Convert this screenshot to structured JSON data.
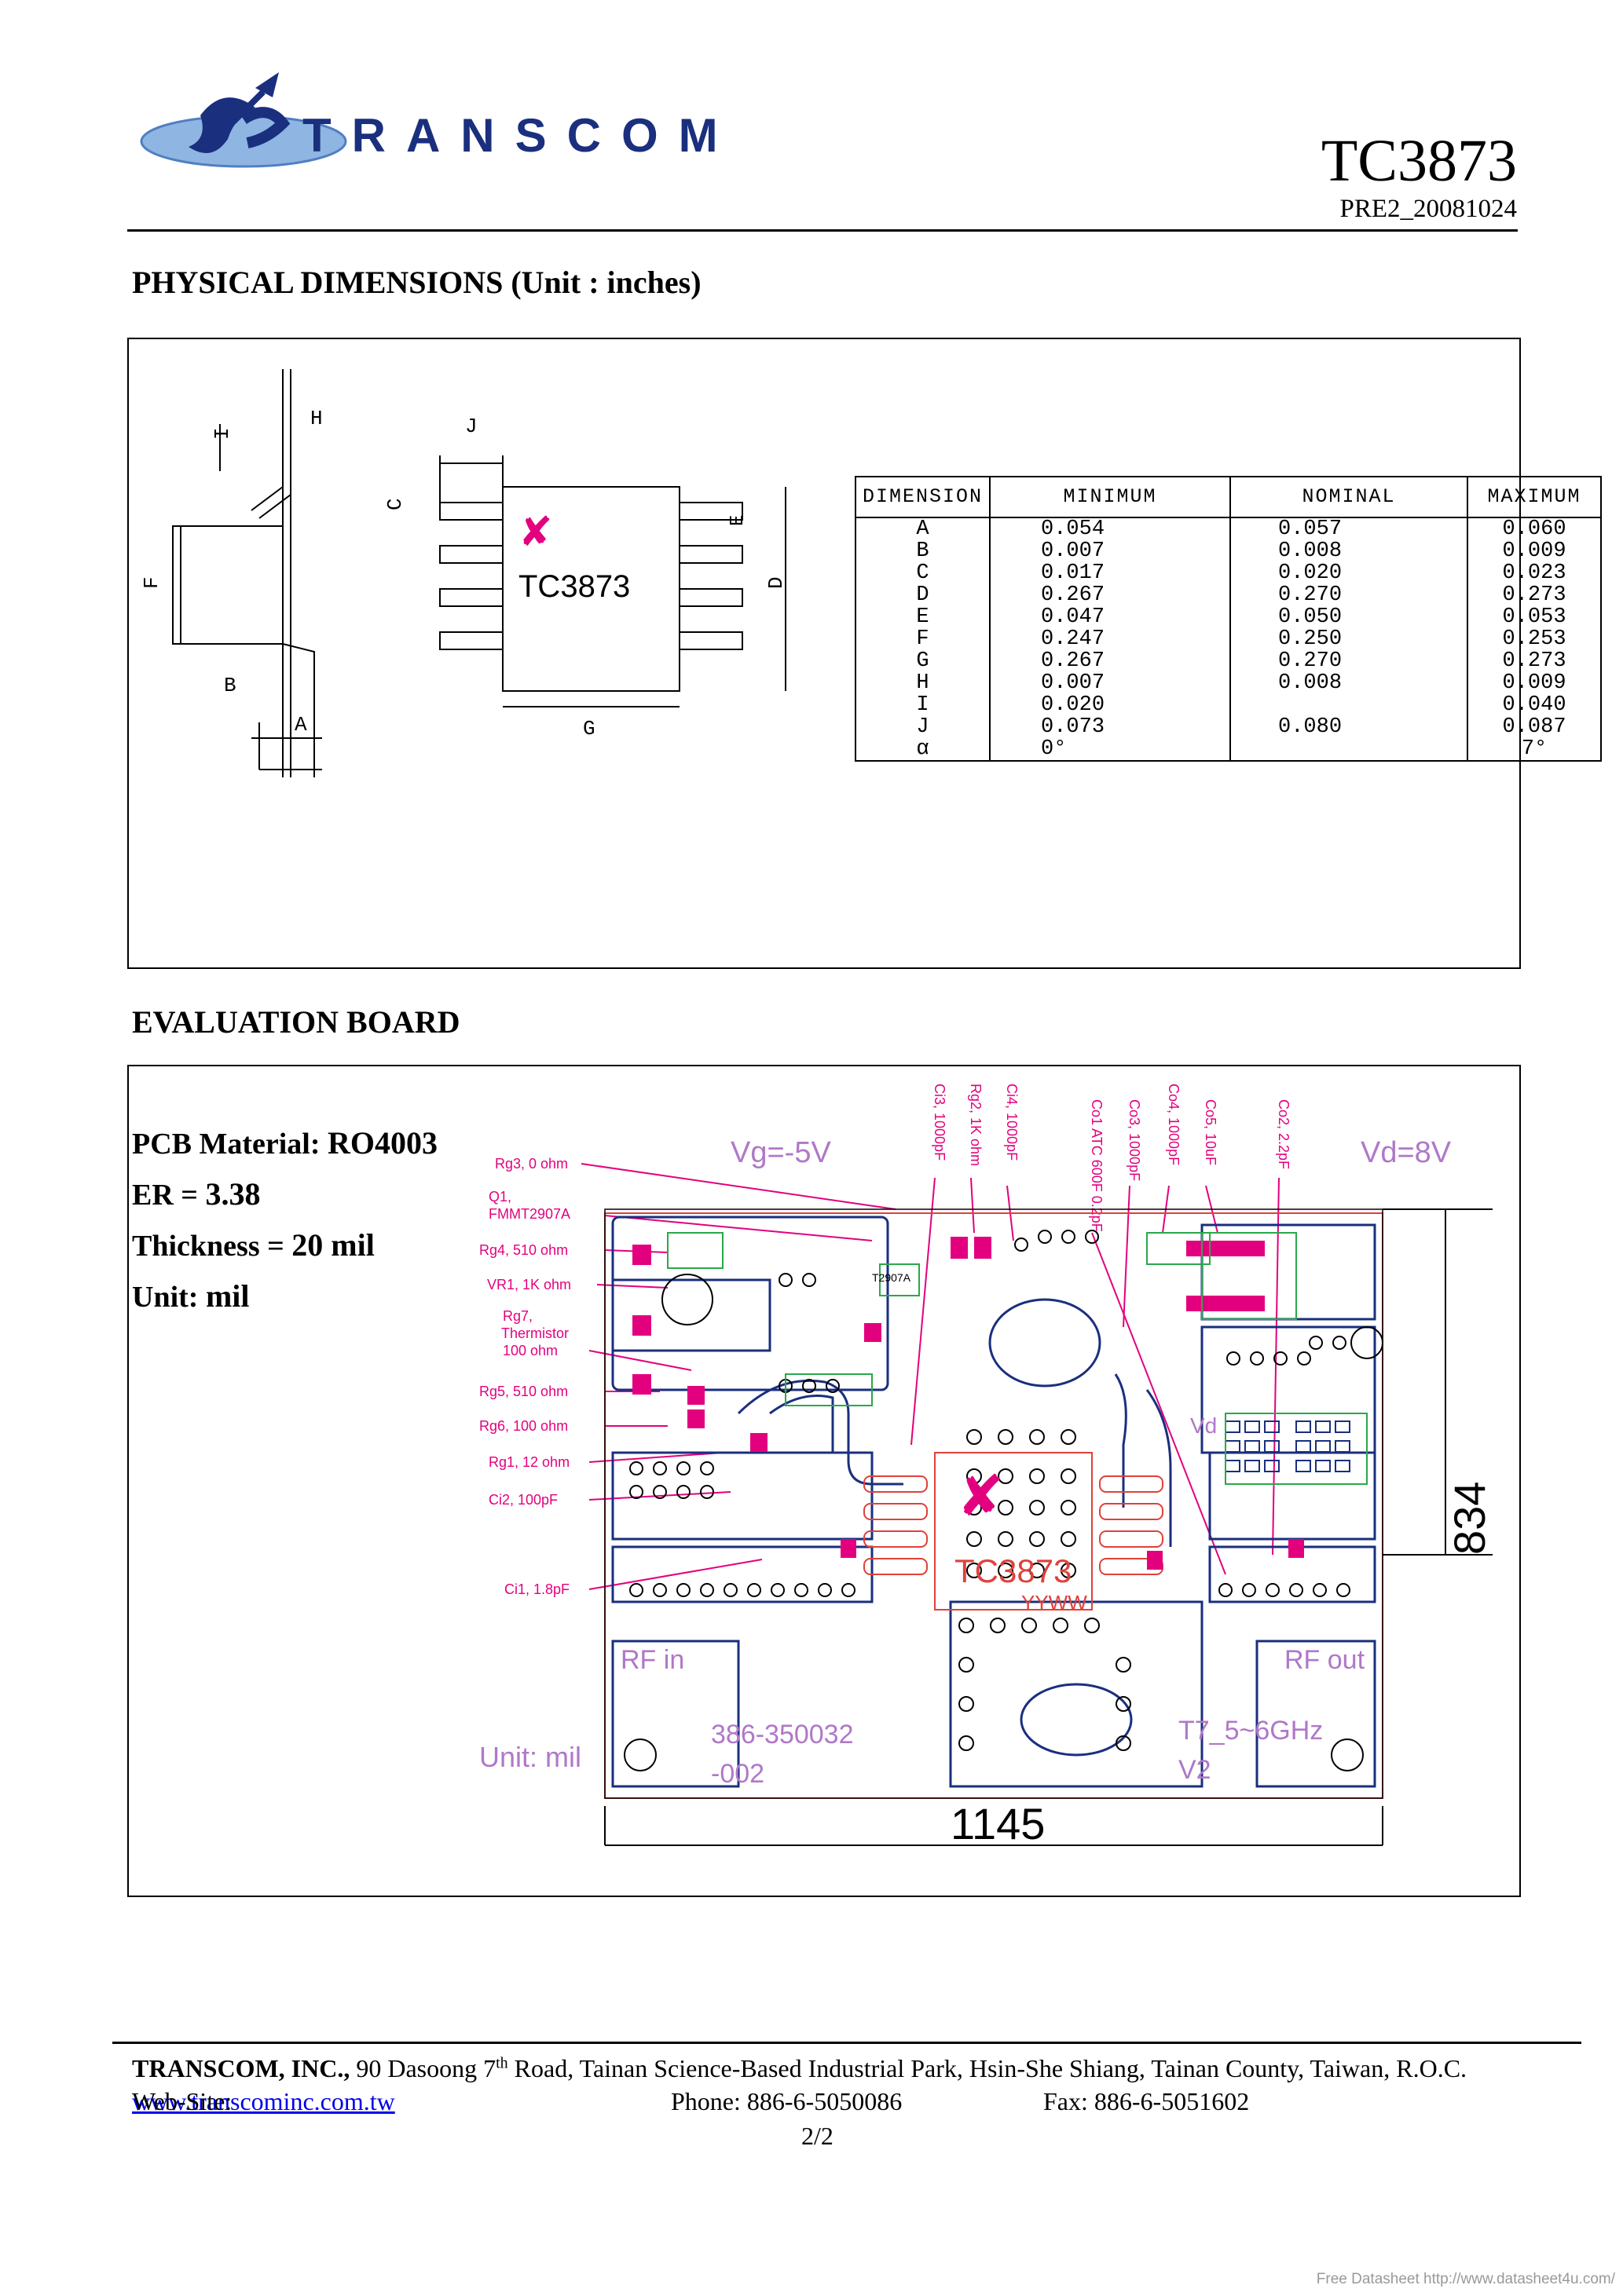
{
  "header": {
    "brand": "TRANSCOM",
    "title": "TC3873",
    "revision": "PRE2_20081024"
  },
  "section1": {
    "title": "PHYSICAL DIMENSIONS (Unit : inches)",
    "drawing": {
      "side_labels": [
        "H",
        "I",
        "F",
        "B",
        "A"
      ],
      "top_labels": [
        "J",
        "C",
        "E",
        "D",
        "G"
      ],
      "chip_text": "TC3873"
    },
    "table": {
      "headers": [
        "DIMENSION",
        "MINIMUM",
        "NOMINAL",
        "MAXIMUM"
      ],
      "rows": [
        [
          "A",
          "0.054",
          "0.057",
          "0.060"
        ],
        [
          "B",
          "0.007",
          "0.008",
          "0.009"
        ],
        [
          "C",
          "0.017",
          "0.020",
          "0.023"
        ],
        [
          "D",
          "0.267",
          "0.270",
          "0.273"
        ],
        [
          "E",
          "0.047",
          "0.050",
          "0.053"
        ],
        [
          "F",
          "0.247",
          "0.250",
          "0.253"
        ],
        [
          "G",
          "0.267",
          "0.270",
          "0.273"
        ],
        [
          "H",
          "0.007",
          "0.008",
          "0.009"
        ],
        [
          "I",
          "0.020",
          "",
          "0.040"
        ],
        [
          "J",
          "0.073",
          "0.080",
          "0.087"
        ],
        [
          "α",
          "0°",
          "",
          "7°"
        ]
      ]
    }
  },
  "section2": {
    "title": "EVALUATION BOARD",
    "specs": [
      {
        "label": "PCB Material: ",
        "value": "RO4003"
      },
      {
        "label": "ER = ",
        "value": "3.38"
      },
      {
        "label": "Thickness = ",
        "value": "20 mil"
      },
      {
        "label": "Unit: ",
        "value": "mil"
      }
    ],
    "board": {
      "left_labels": [
        "Rg3, 0 ohm",
        "Q1,",
        "FMMT2907A",
        "Rg4, 510 ohm",
        "VR1, 1K ohm",
        "Rg7,",
        "Thermistor",
        "100 ohm",
        "Rg5, 510 ohm",
        "Rg6, 100 ohm",
        "Rg1, 12 ohm",
        "Ci2, 100pF",
        "Ci1, 1.8pF"
      ],
      "top_labels": [
        "Ci3, 1000pF",
        "Rg2, 1K ohm",
        "Ci4, 1000pF",
        "Co1 ATC 600F 0.2pF",
        "Co3, 1000pF",
        "Co4, 1000pF",
        "Co5, 10uF",
        "Co2, 2.2pF"
      ],
      "vg": "Vg=-5V",
      "vd": "Vd=8V",
      "vd_small": "Vd",
      "rf_in": "RF in",
      "rf_out": "RF out",
      "unit": "Unit: mil",
      "part_no_1": "386-350032",
      "part_no_2": "-002",
      "ver_1": "T7_5~6GHz",
      "ver_2": "V2",
      "chip": "TC3873",
      "chip_code": "YYWW",
      "q1_mark": "T2907A",
      "width_dim": "1145",
      "height_dim": "834"
    }
  },
  "footer": {
    "company": "TRANSCOM, INC.,",
    "address_a": " 90 Dasoong 7",
    "address_sup": "th",
    "address_b": " Road, Tainan Science-Based Industrial Park, Hsin-She Shiang, Tainan County, Taiwan, R.O.C.",
    "website_label": "Web-Site: ",
    "website": "www.transcominc.com.tw",
    "phone": "Phone: 886-6-5050086",
    "fax": "Fax: 886-6-5051602",
    "page": "2/2",
    "watermark": "Free Datasheet http://www.datasheet4u.com/"
  }
}
